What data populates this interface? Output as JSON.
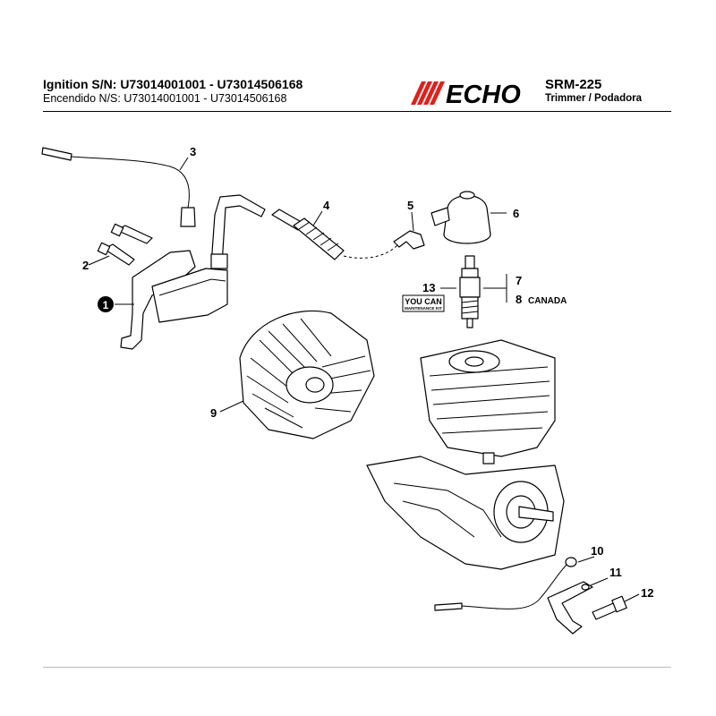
{
  "header": {
    "title": "Ignition S/N: U73014001001 - U73014506168",
    "subtitle": "Encendido N/S: U73014001001 - U73014506168",
    "brand": "ECHO",
    "model": "SRM-225",
    "model_desc": "Trimmer / Podadora"
  },
  "kit": {
    "line1": "YOU CAN",
    "line2": "MAINTENANCE KIT"
  },
  "callouts": [
    {
      "id": "1",
      "label": "1"
    },
    {
      "id": "2",
      "label": "2"
    },
    {
      "id": "3",
      "label": "3"
    },
    {
      "id": "4",
      "label": "4"
    },
    {
      "id": "5",
      "label": "5"
    },
    {
      "id": "6",
      "label": "6"
    },
    {
      "id": "7",
      "label": "7"
    },
    {
      "id": "8",
      "label": "8"
    },
    {
      "id": "8-note",
      "label": "CANADA"
    },
    {
      "id": "9",
      "label": "9"
    },
    {
      "id": "10",
      "label": "10"
    },
    {
      "id": "11",
      "label": "11"
    },
    {
      "id": "12",
      "label": "12"
    },
    {
      "id": "13",
      "label": "13"
    }
  ],
  "colors": {
    "brand": "#e0201b",
    "ink": "#000000"
  }
}
